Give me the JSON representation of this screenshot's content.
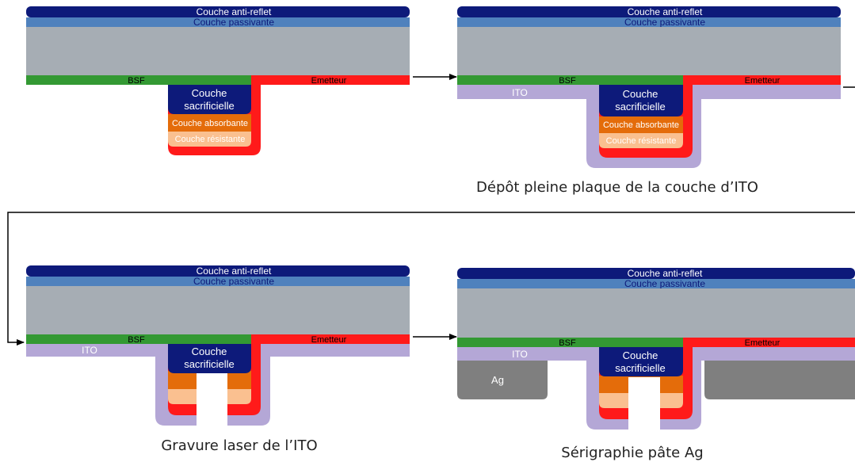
{
  "labels": {
    "anti_reflet": "Couche anti-reflet",
    "passivante": "Couche passivante",
    "bsf": "BSF",
    "emetteur": "Emetteur",
    "sacrificielle_1": "Couche",
    "sacrificielle_2": "sacrificielle",
    "absorbante": "Couche absorbante",
    "resistante": "Couche résistante",
    "ito": "ITO",
    "ag": "Ag"
  },
  "captions": {
    "step2": "Dépôt pleine plaque de la couche d’ITO",
    "step3": "Gravure laser de l’ITO",
    "step4": "Sérigraphie pâte Ag"
  },
  "colors": {
    "anti_reflet": "#0d1a7a",
    "passivante": "#4f81bd",
    "substrate": "#a6adb4",
    "bsf": "#339933",
    "emetteur": "#ff1a1a",
    "sacrificielle": "#0d1a7a",
    "absorbante": "#e46c0a",
    "resistante": "#fac090",
    "ito": "#b4a7d6",
    "ag": "#7f7f7f",
    "arrow": "#000000"
  }
}
